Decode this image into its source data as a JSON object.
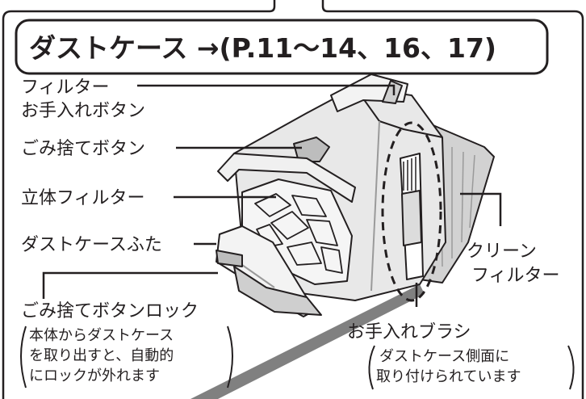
{
  "title": "ダストケース →(P.11〜14、16、17)",
  "labels": {
    "filter_button_line1": "フィルター",
    "filter_button_line2": "お手入れボタン",
    "dust_button": "ごみ捨てボタン",
    "solid_filter": "立体フィルター",
    "case_lid": "ダストケースふた",
    "lock": "ごみ捨てボタンロック",
    "lock_note_1": "本体からダストケース",
    "lock_note_2": "を取り出すと、自動的",
    "lock_note_3": "にロックが外れます",
    "clean_filter_1": "クリーン",
    "clean_filter_2": "フィルター",
    "brush": "お手入れブラシ",
    "brush_note_1": "ダストケース側面に",
    "brush_note_2": "取り付けられています"
  },
  "colors": {
    "ink": "#231f20",
    "panel_fill": "#ffffff",
    "pointer_gray": "#808080",
    "device_light": "#e6e6e6",
    "device_mid": "#c8c8c8",
    "device_dark": "#8c8c8c"
  }
}
